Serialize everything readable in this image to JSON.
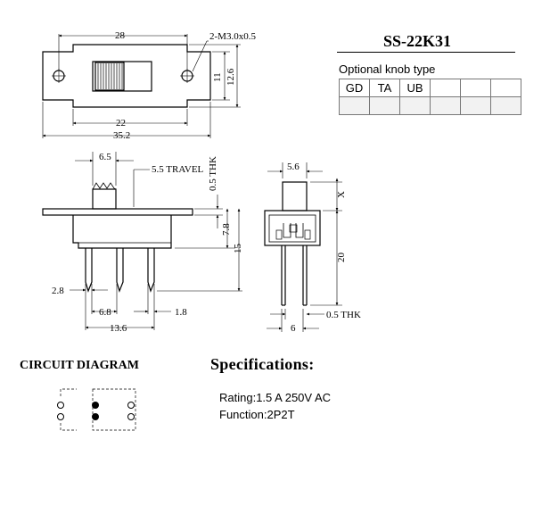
{
  "model": "SS-22K31",
  "knob_table": {
    "caption": "Optional knob type",
    "headers": [
      "GD",
      "TA",
      "UB",
      "",
      "",
      ""
    ]
  },
  "top_view": {
    "dim_hole_spacing": "28",
    "dim_screw": "2-M3.0x0.5",
    "dim_inner_height": "11",
    "dim_outer_height": "12.6",
    "dim_body_length": "22",
    "dim_total_length": "35.2"
  },
  "side_view": {
    "dim_knob": "6.5",
    "dim_travel": "5.5 TRAVEL",
    "dim_plate_thk": "0.5 THK",
    "dim_body_height": "7.8",
    "dim_total_height": "15",
    "dim_pin_offset": "2.8",
    "dim_pin_pitch": "6.8",
    "dim_pin_gap": "1.8",
    "dim_pin_span": "13.6"
  },
  "end_view": {
    "dim_knob_width": "5.6",
    "dim_x": "X",
    "dim_pin_length": "20",
    "dim_pin_thk": "0.5 THK",
    "dim_pin_spacing": "6"
  },
  "circuit": {
    "title": "CIRCUIT DIAGRAM"
  },
  "specifications": {
    "title": "Specifications:",
    "rating": "Rating:1.5 A 250V AC",
    "function": "Function:2P2T"
  }
}
